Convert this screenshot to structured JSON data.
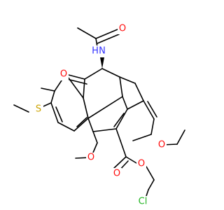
{
  "molecule": {
    "atoms": [
      {
        "id": "n_amide",
        "label": "N",
        "h_label": "H",
        "color": "#3333ff"
      },
      {
        "id": "o_acetyl",
        "label": "O",
        "color": "#ff0d0d"
      },
      {
        "id": "o_ketone",
        "label": "O",
        "color": "#ff0d0d"
      },
      {
        "id": "s_thio",
        "label": "S",
        "color": "#cca300"
      },
      {
        "id": "o_methoxy1",
        "label": "O",
        "color": "#ff0d0d"
      },
      {
        "id": "o_methoxy2",
        "label": "O",
        "color": "#ff0d0d"
      },
      {
        "id": "o_ester_carbonyl",
        "label": "O",
        "color": "#ff0d0d"
      },
      {
        "id": "o_ester",
        "label": "O",
        "color": "#ff0d0d"
      },
      {
        "id": "cl",
        "label": "Cl",
        "color": "#1fb31f"
      }
    ]
  }
}
